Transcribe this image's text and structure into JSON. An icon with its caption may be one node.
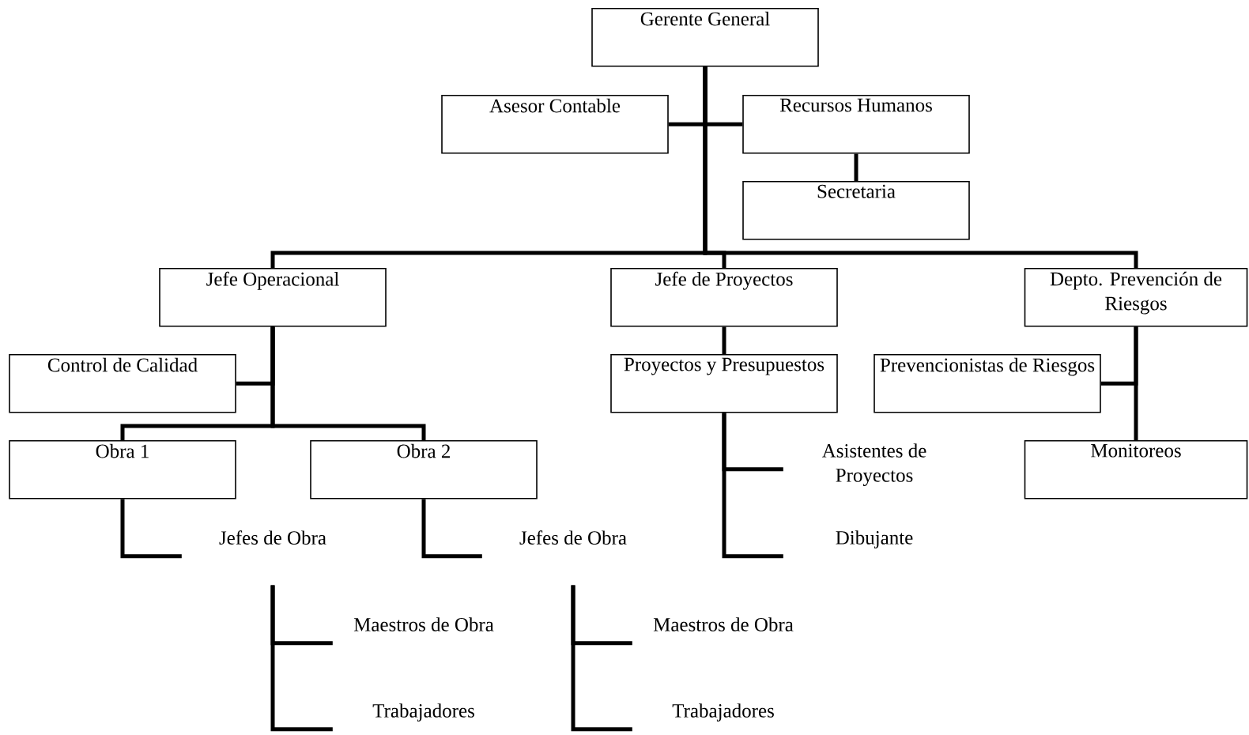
{
  "diagram": {
    "nodes": [
      {
        "text": [
          "Gerente General"
        ]
      },
      {
        "text": [
          "Asesor Contable"
        ]
      },
      {
        "text": [
          "Recursos Humanos"
        ]
      },
      {
        "text": [
          "Secretaria"
        ]
      },
      {
        "text": [
          "Jefe Operacional"
        ]
      },
      {
        "text": [
          "Jefe de Proyectos"
        ]
      },
      {
        "text": [
          "Depto. Prevención de Riesgos"
        ]
      },
      {
        "text": [
          "Control de Calidad"
        ]
      },
      {
        "text": [
          "Proyectos y Presupuestos"
        ]
      },
      {
        "text": [
          "Prevencionistas de Riesgos"
        ]
      },
      {
        "text": [
          "Obra 1"
        ]
      },
      {
        "text": [
          "Obra 2"
        ]
      },
      {
        "text": [
          "Monitoreos"
        ]
      },
      {
        "text": [
          "Asistentes de Proyectos"
        ]
      },
      {
        "text": [
          "Dibujante"
        ]
      },
      {
        "text": [
          "Jefes de Obra"
        ]
      },
      {
        "text": [
          "Jefes de Obra"
        ]
      },
      {
        "text": [
          "Maestros de Obra"
        ]
      },
      {
        "text": [
          "Trabajadores"
        ]
      },
      {
        "text": [
          "Maestros de Obra"
        ]
      },
      {
        "text": [
          "Trabajadores"
        ]
      }
    ],
    "edges": [
      {
        "from": 0,
        "to": 1,
        "arrow": "none"
      },
      {
        "from": 0,
        "to": 2,
        "arrow": "none"
      },
      {
        "from": 2,
        "to": 3,
        "arrow": "none"
      },
      {
        "from": 0,
        "to": 4,
        "arrow": "none"
      },
      {
        "from": 0,
        "to": 5,
        "arrow": "none"
      },
      {
        "from": 0,
        "to": 6,
        "arrow": "none"
      },
      {
        "from": 4,
        "to": 7,
        "arrow": "none"
      },
      {
        "from": 4,
        "to": 10,
        "arrow": "none"
      },
      {
        "from": 4,
        "to": 11,
        "arrow": "none"
      },
      {
        "from": 5,
        "to": 8,
        "arrow": "none"
      },
      {
        "from": 8,
        "to": 13,
        "arrow": "none"
      },
      {
        "from": 8,
        "to": 14,
        "arrow": "none"
      },
      {
        "from": 6,
        "to": 9,
        "arrow": "none"
      },
      {
        "from": 6,
        "to": 12,
        "arrow": "none"
      },
      {
        "from": 10,
        "to": 15,
        "arrow": "none"
      },
      {
        "from": 11,
        "to": 16,
        "arrow": "none"
      },
      {
        "from": 15,
        "to": 17,
        "arrow": "none"
      },
      {
        "from": 15,
        "to": 18,
        "arrow": "none"
      },
      {
        "from": 16,
        "to": 19,
        "arrow": "none"
      },
      {
        "from": 16,
        "to": 20,
        "arrow": "none"
      }
    ]
  }
}
